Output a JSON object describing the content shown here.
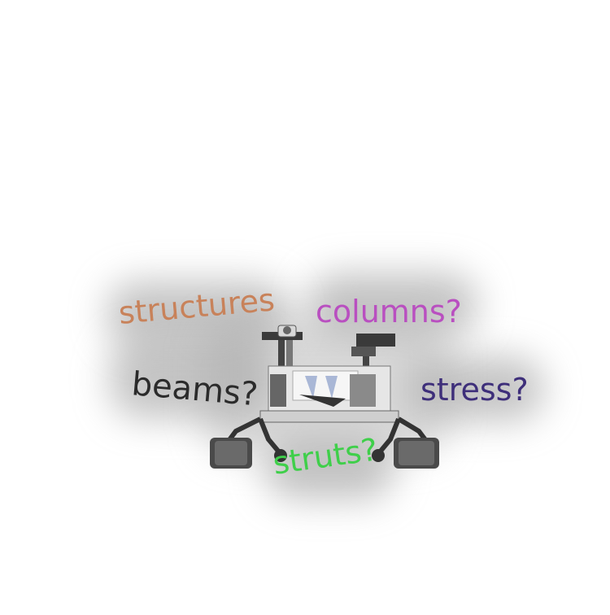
{
  "words": {
    "structures": "structures",
    "columns": "columns?",
    "beams": "beams?",
    "stress": "stress?",
    "struts": "struts?"
  },
  "colors": {
    "structures": "#c8825a",
    "columns": "#b94fc0",
    "beams": "#2b2b2b",
    "stress": "#3e2f7a",
    "struts": "#3fcf4a",
    "glow": "#9a9a9a",
    "background": "#ffffff"
  },
  "image": {
    "subject": "rover-illustration"
  }
}
